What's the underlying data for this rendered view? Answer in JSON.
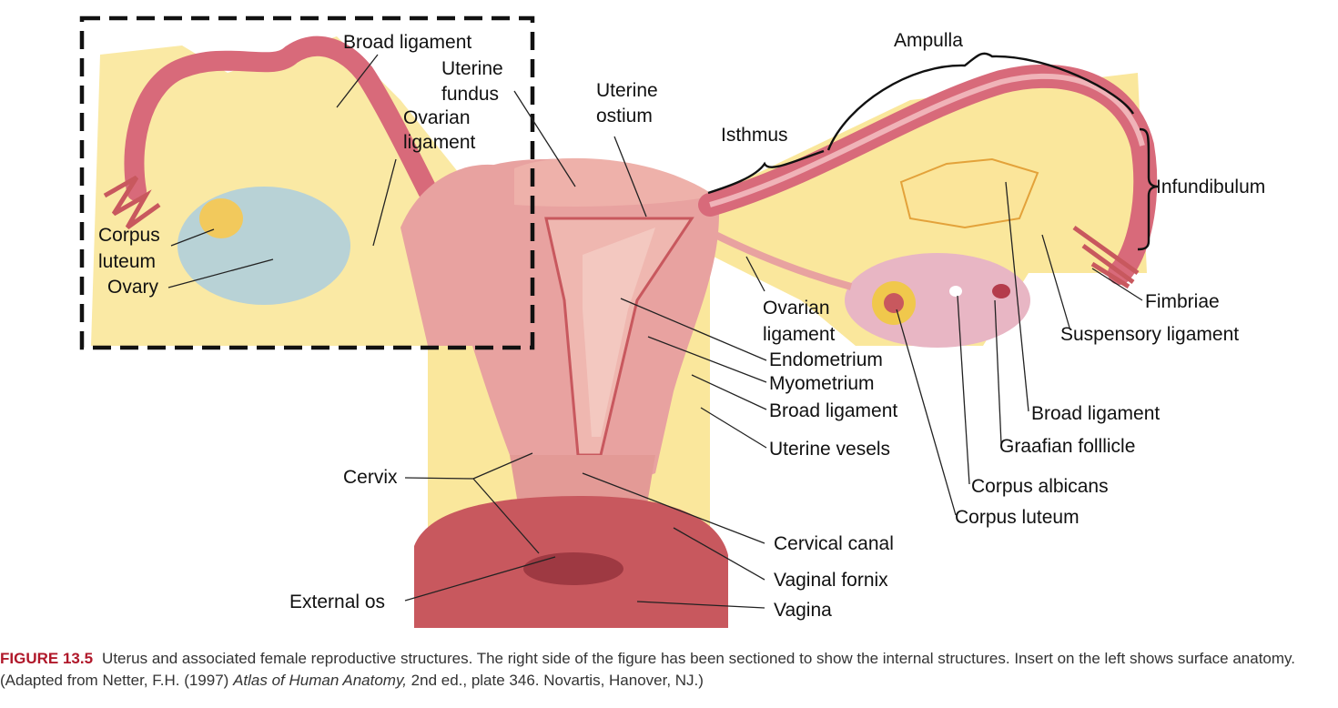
{
  "colors": {
    "tissue": "#e8a2a0",
    "tissue_dark": "#c8585e",
    "tube": "#d86a7a",
    "ligament": "#f6d34a",
    "ovary_blue": "#b8d2d6",
    "endometrium": "#efb7b0",
    "fig_number": "#b0182a"
  },
  "labels": {
    "broad_ligament_insert": "Broad ligament",
    "uterine_fundus_1": "Uterine",
    "uterine_fundus_2": "fundus",
    "ovarian_ligament_insert_1": "Ovarian",
    "ovarian_ligament_insert_2": "ligament",
    "corpus_luteum_insert_1": "Corpus",
    "corpus_luteum_insert_2": "luteum",
    "ovary": "Ovary",
    "uterine_ostium_1": "Uterine",
    "uterine_ostium_2": "ostium",
    "isthmus": "Isthmus",
    "ampulla": "Ampulla",
    "infundibulum": "Infundibulum",
    "fimbriae": "Fimbriae",
    "suspensory_ligament": "Suspensory ligament",
    "ovarian_ligament_1": "Ovarian",
    "ovarian_ligament_2": "ligament",
    "endometrium": "Endometrium",
    "myometrium": "Myometrium",
    "broad_ligament": "Broad ligament",
    "uterine_vesels": "Uterine vesels",
    "broad_ligament_right": "Broad ligament",
    "graafian_follicle": "Graafian folllicle",
    "corpus_albicans": "Corpus albicans",
    "corpus_luteum": "Corpus luteum",
    "cervix": "Cervix",
    "cervical_canal": "Cervical canal",
    "vaginal_fornix": "Vaginal fornix",
    "external_os": "External os",
    "vagina": "Vagina"
  },
  "caption": {
    "figure_number": "FIGURE 13.5",
    "text_1": "Uterus and associated female reproductive structures. The right side of the figure has been sectioned to show the internal structures. Insert on the left shows surface anatomy. (Adapted from Netter, F.H. (1997) ",
    "book_title": "Atlas of Human Anatomy,",
    "text_2": " 2nd ed., plate 346. Novartis, Hanover, NJ.)"
  }
}
